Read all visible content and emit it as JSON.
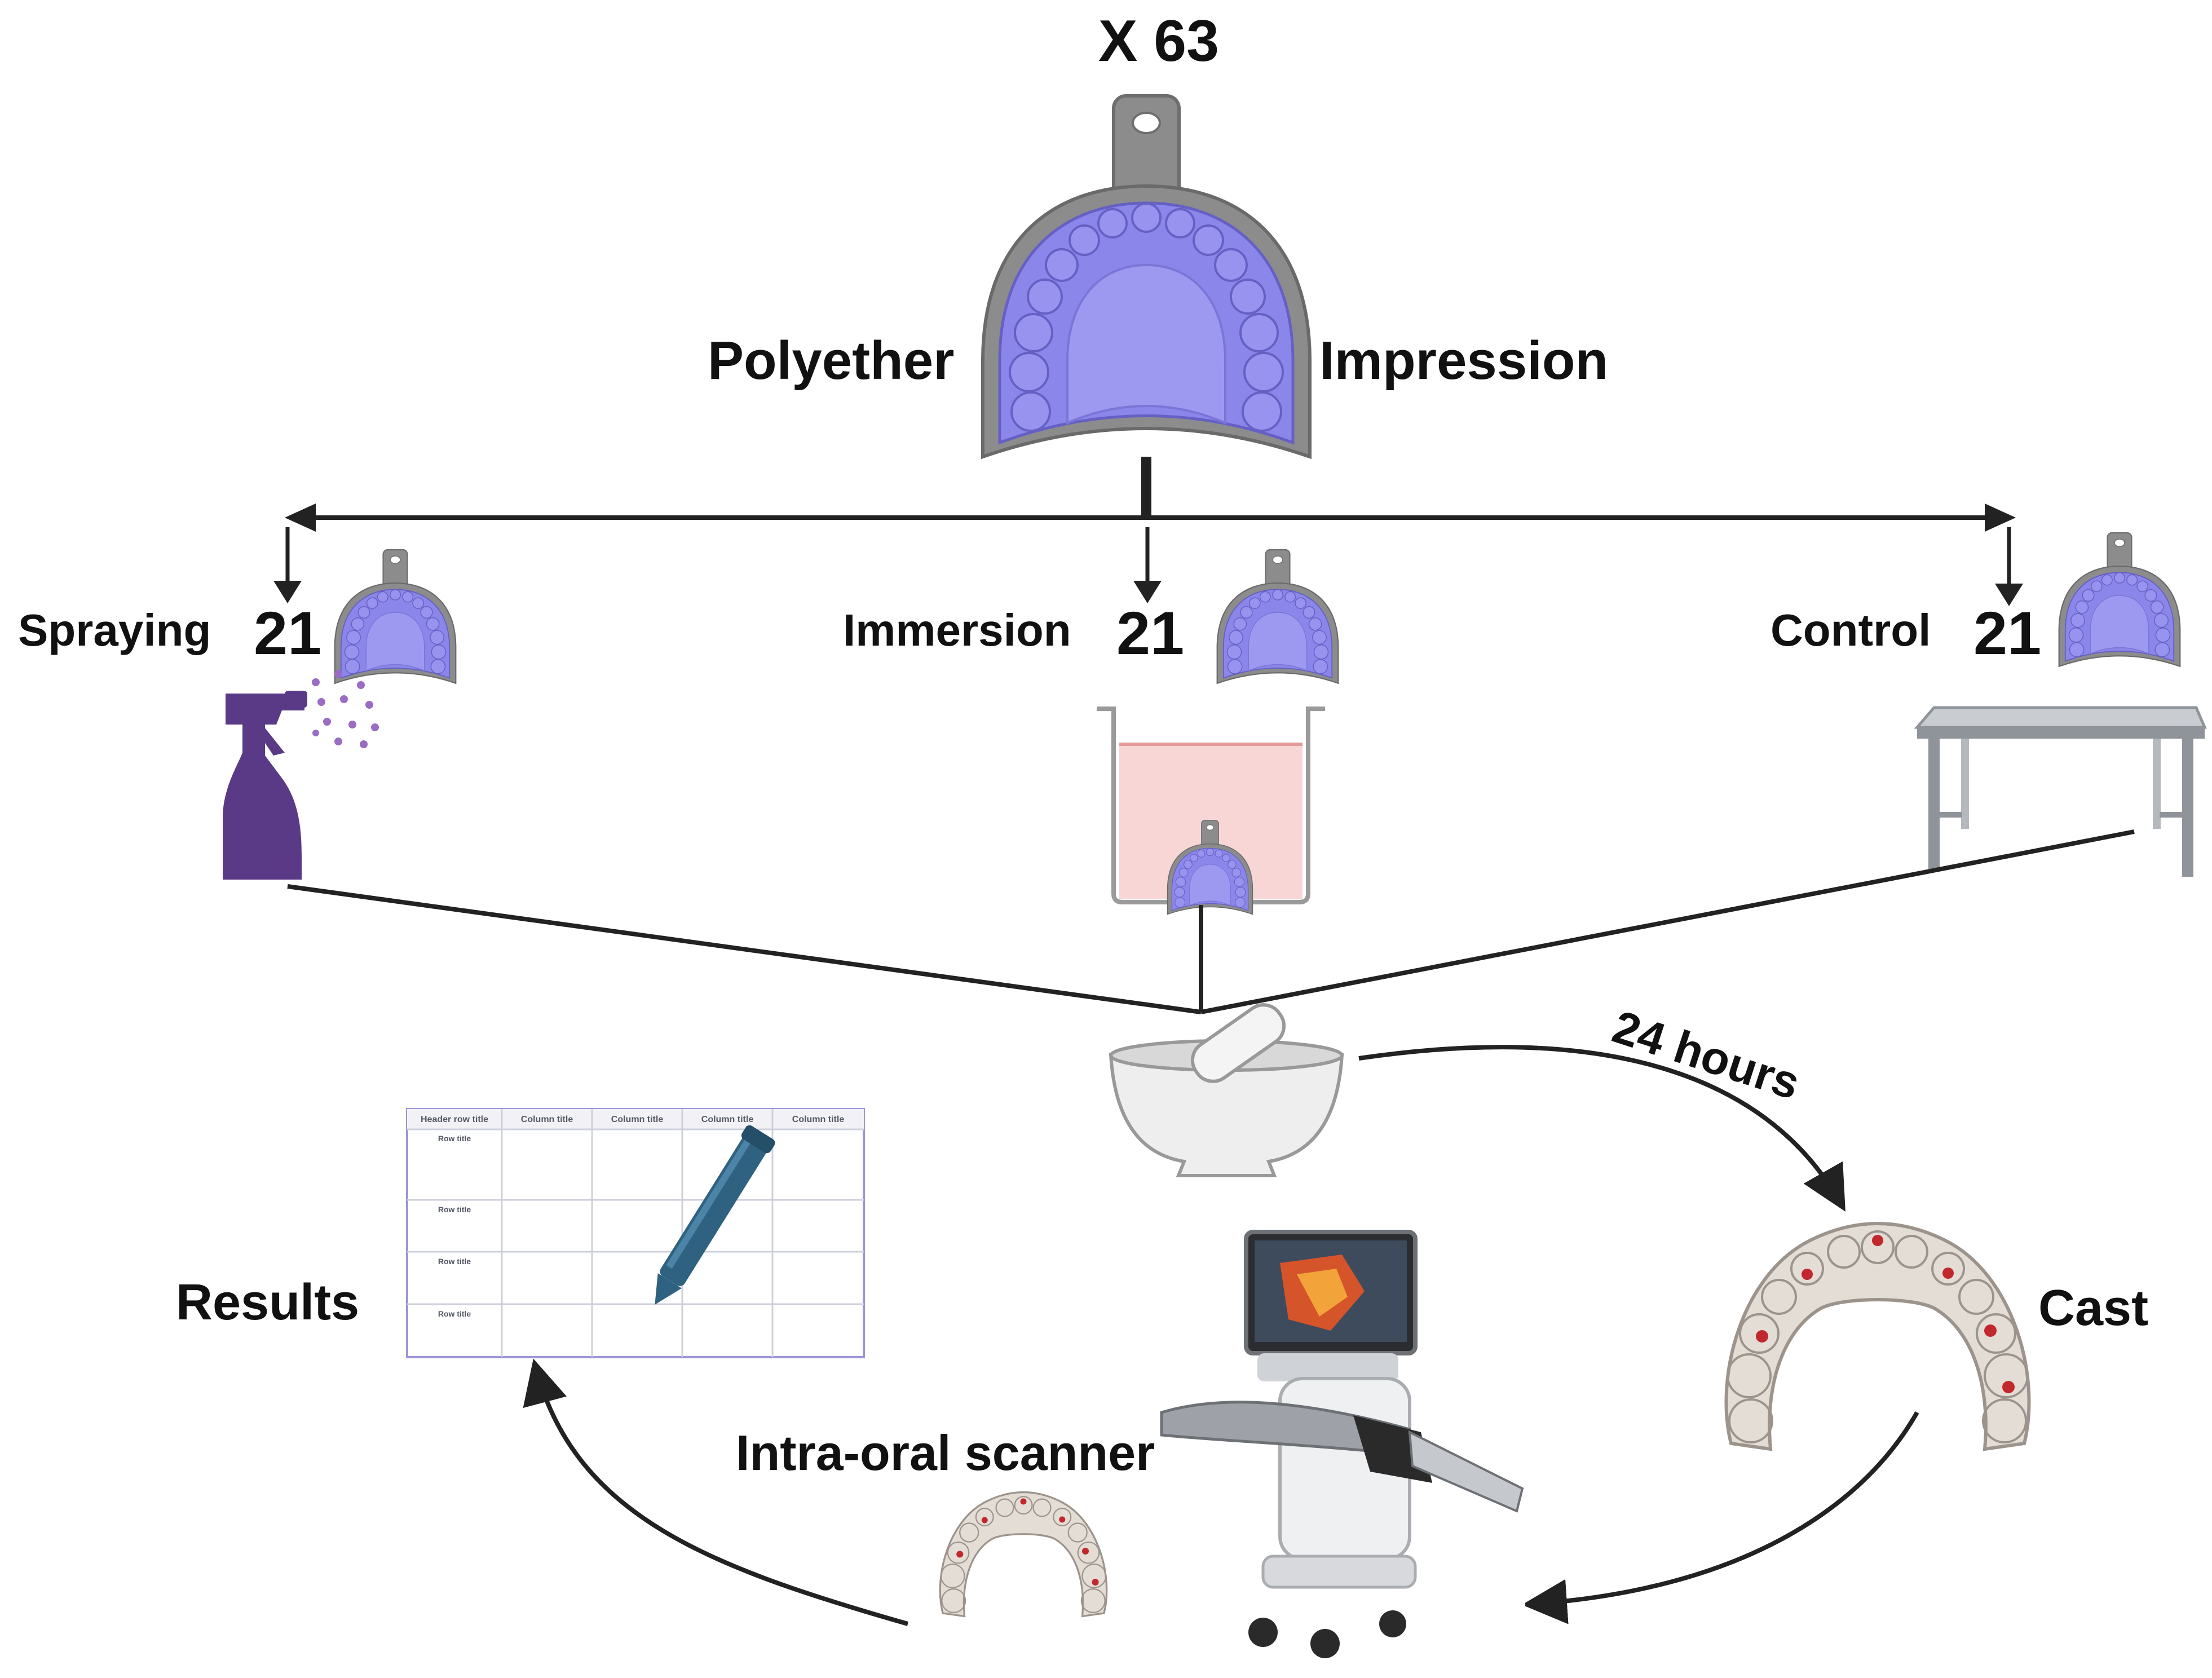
{
  "title": "X 63",
  "impression": {
    "left_label": "Polyether",
    "right_label": "Impression",
    "color": "#8b86ea"
  },
  "groups": [
    {
      "label": "Spraying",
      "count": "21",
      "icon": "spray-bottle-icon"
    },
    {
      "label": "Immersion",
      "count": "21",
      "icon": "beaker-icon"
    },
    {
      "label": "Control",
      "count": "21",
      "icon": "table-icon"
    }
  ],
  "steps": {
    "duration": "24 hours",
    "cast": "Cast",
    "scanner": "Intra-oral scanner",
    "results": "Results"
  },
  "results_table": {
    "header_row_title": "Header row title",
    "columns": [
      "Column title",
      "Column title",
      "Column title",
      "Column title"
    ],
    "rows": [
      "Row title",
      "Row title",
      "Row title",
      "Row title"
    ]
  },
  "colors": {
    "tray_metal": "#8c8c8c",
    "impression": "#8b86ea",
    "spray_bottle": "#5a3a86",
    "liquid": "#f8d6d6",
    "cast": "#e4ddd5",
    "cast_marker": "#c0282d",
    "pen": "#2f6180"
  }
}
